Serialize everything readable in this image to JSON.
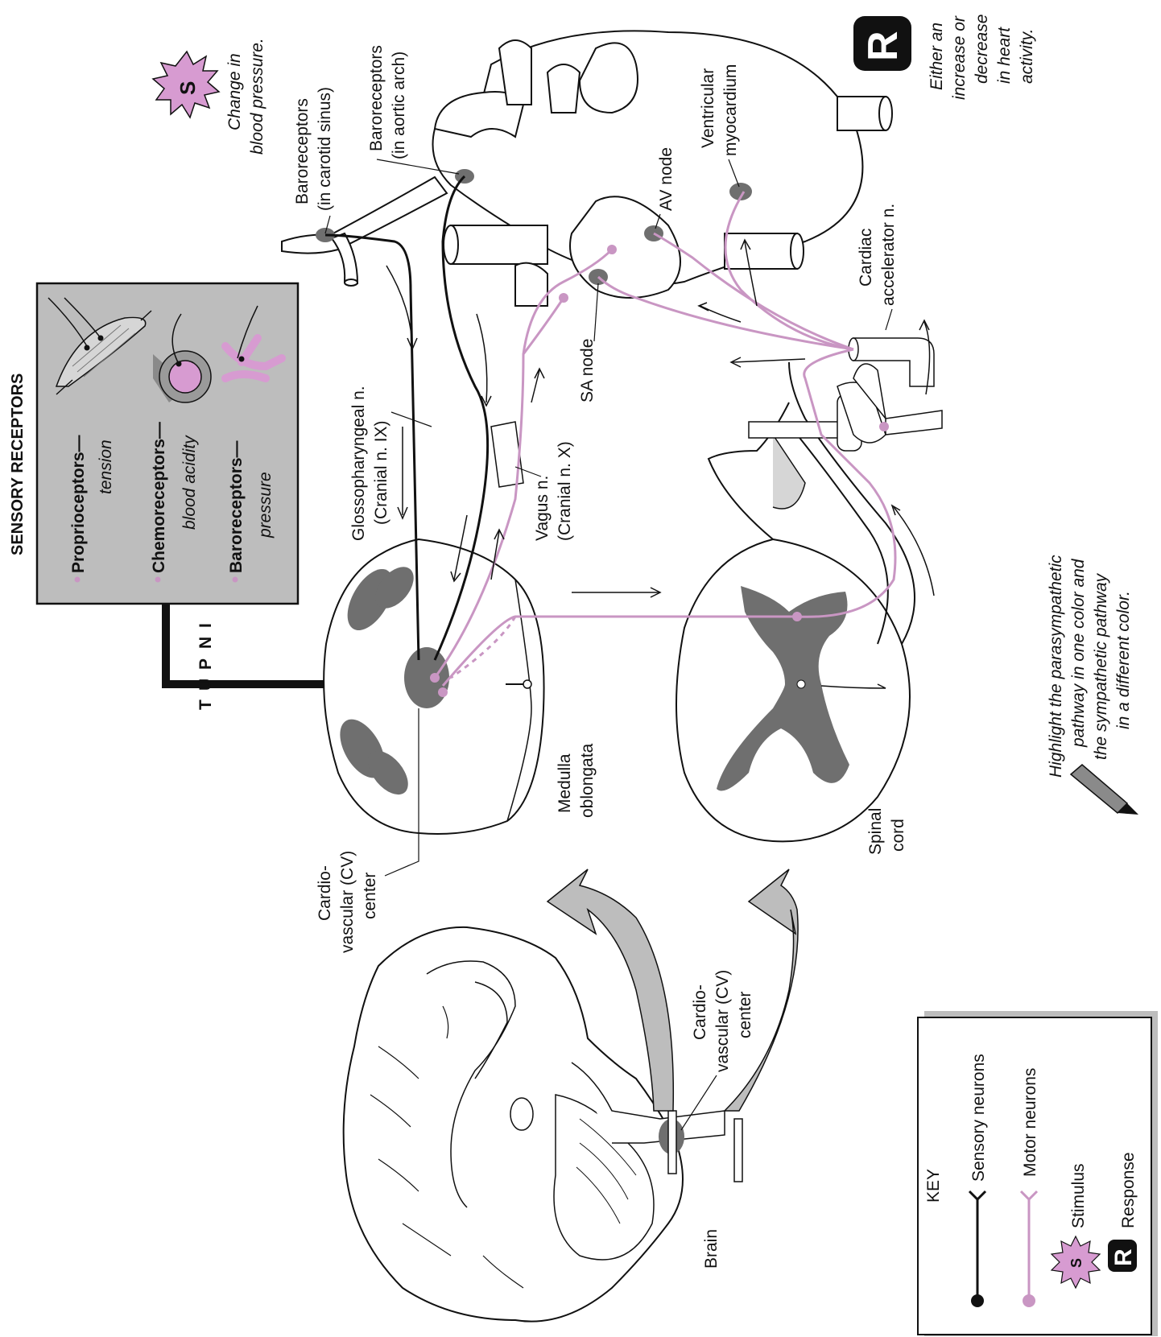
{
  "colors": {
    "sensory": "#111111",
    "motor": "#c996c3",
    "gray_fill": "#bdbdbd",
    "dark_gray": "#6f6f6f",
    "stimulus_pink": "#d79bd1"
  },
  "sensory_receptors": {
    "title": "SENSORY RECEPTORS",
    "items": [
      {
        "name": "Proprioceptors—",
        "detail": "tension"
      },
      {
        "name": "Chemoreceptors—",
        "detail": "blood acidity"
      },
      {
        "name": "Baroreceptors—",
        "detail": "pressure"
      }
    ]
  },
  "input_label": [
    "I",
    "N",
    "P",
    "U",
    "T"
  ],
  "stimulus": {
    "glyph": "S",
    "text_lines": [
      "Change in",
      "blood pressure."
    ]
  },
  "response": {
    "glyph": "R",
    "text_lines": [
      "Either an",
      "increase or",
      "decrease",
      "in heart",
      "activity."
    ]
  },
  "labels": {
    "baro_carotid": [
      "Baroreceptors",
      "(in carotid sinus)"
    ],
    "baro_aortic": [
      "Baroreceptors",
      "(in aortic arch)"
    ],
    "ventricular": [
      "Ventricular",
      "myocardium"
    ],
    "av_node": "AV node",
    "sa_node": "SA node",
    "cardiac_accel": [
      "Cardiac",
      "accelerator n."
    ],
    "glosso": [
      "Glossopharyngeal n.",
      "(Cranial n. IX)"
    ],
    "vagus": [
      "Vagus n.",
      "(Cranial n. X)"
    ],
    "medulla": [
      "Medulla",
      "oblongata"
    ],
    "cv_center_medulla": [
      "Cardio-",
      "vascular (CV)",
      "center"
    ],
    "cv_center_brain": [
      "Cardio-",
      "vascular (CV)",
      "center"
    ],
    "spinal_cord": [
      "Spinal",
      "cord"
    ],
    "brain": "Brain"
  },
  "instruction": [
    "Highlight the parasympathetic",
    "pathway in one color and",
    "the sympathetic pathway",
    "in a different color."
  ],
  "key": {
    "title": "KEY",
    "items": [
      {
        "label": "Sensory neurons"
      },
      {
        "label": "Motor neurons"
      },
      {
        "label": "Stimulus",
        "glyph": "S"
      },
      {
        "label": "Response",
        "glyph": "R"
      }
    ]
  }
}
